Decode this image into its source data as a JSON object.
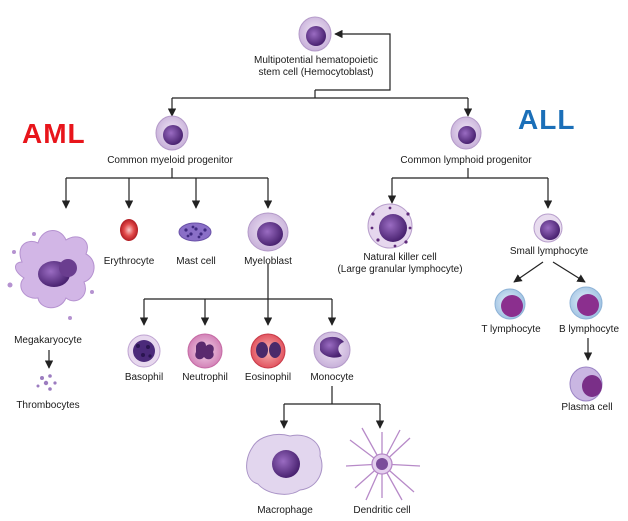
{
  "labels": {
    "stem": [
      "Multipotential hematopoietic",
      "stem cell (Hemocytoblast)"
    ],
    "myeloid": "Common myeloid progenitor",
    "lymphoid": "Common lymphoid progenitor",
    "megakaryocyte": "Megakaryocyte",
    "thrombocytes": "Thrombocytes",
    "erythrocyte": "Erythrocyte",
    "mast": "Mast cell",
    "myeloblast": "Myeloblast",
    "basophil": "Basophil",
    "neutrophil": "Neutrophil",
    "eosinophil": "Eosinophil",
    "monocyte": "Monocyte",
    "macrophage": "Macrophage",
    "dendritic": "Dendritic cell",
    "nk": [
      "Natural killer cell",
      "(Large granular lymphocyte)"
    ],
    "small_lymph": "Small lymphocyte",
    "t_lymph": "T lymphocyte",
    "b_lymph": "B lymphocyte",
    "plasma": "Plasma cell",
    "aml": "AML",
    "all": "ALL"
  },
  "colors": {
    "aml": "#e8151b",
    "all": "#1b6fb8",
    "arrow": "#222222",
    "nucleus": "#6a3d8f",
    "cytoplasm": "#d9c8e6"
  }
}
